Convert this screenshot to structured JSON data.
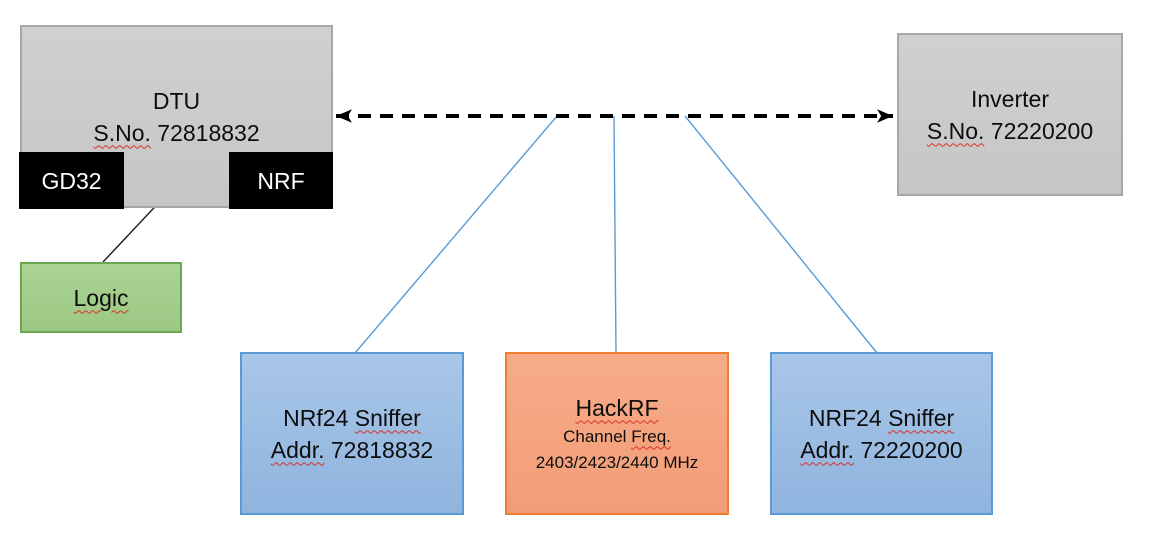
{
  "dtu": {
    "title": "DTU",
    "serial_label": "S.No.",
    "serial_number": "72818832",
    "gd32_label": "GD32",
    "nrf_label": "NRF"
  },
  "logic": {
    "label": "Logic"
  },
  "inverter": {
    "title": "Inverter",
    "serial_label": "S.No.",
    "serial_number": "72220200"
  },
  "sniffer_left": {
    "title_prefix": "NRf24",
    "title_word": "Sniffer",
    "addr_label": "Addr.",
    "addr_number": "72818832"
  },
  "hackrf": {
    "title": "HackRF",
    "subtitle_prefix": "Channel",
    "subtitle_word": "Freq.",
    "frequencies": "2403/2423/2440 MHz"
  },
  "sniffer_right": {
    "title_prefix": "NRF24",
    "title_word": "Sniffer",
    "addr_label": "Addr.",
    "addr_number": "72220200"
  },
  "colors": {
    "background": "#ffffff",
    "gray_fill": "#cbcbcb",
    "gray_border": "#a7a7a7",
    "chip_fill": "#000000",
    "chip_text": "#ffffff",
    "green_fill": "#a5cf8d",
    "green_border": "#6aa84f",
    "blue_fill": "#9abfe4",
    "blue_border": "#5b9bd5",
    "orange_fill": "#f5a581",
    "orange_border": "#ed7d31",
    "connector_blue": "#5b9bd5",
    "arrow_black": "#000000",
    "squiggle_red": "#d93025",
    "text": "#0d0d0d"
  }
}
